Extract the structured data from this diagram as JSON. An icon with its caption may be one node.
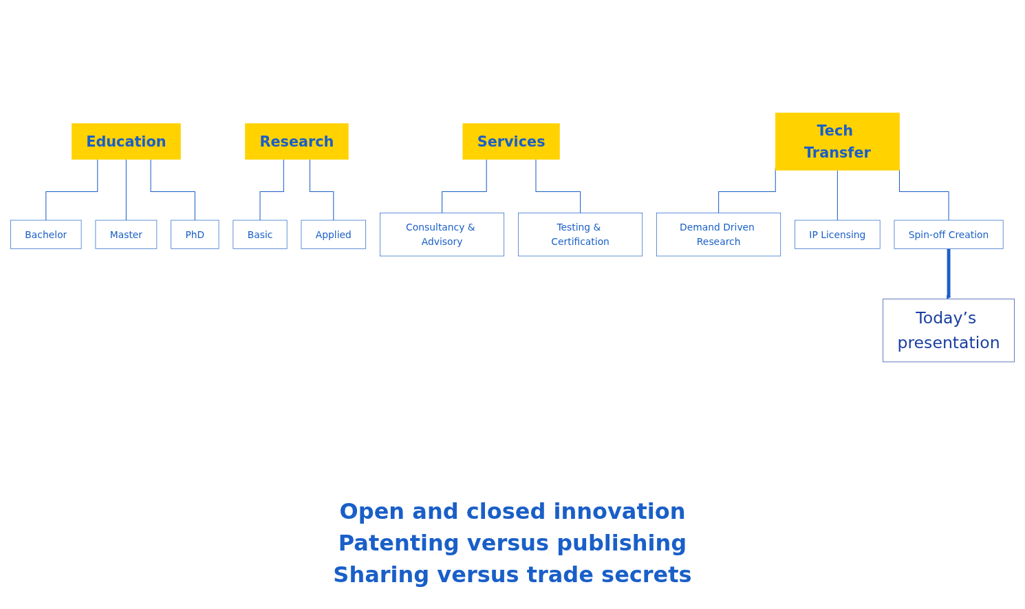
{
  "diagram": {
    "nodes": [
      {
        "text": [
          "Education"
        ]
      },
      {
        "text": [
          "Bachelor"
        ]
      },
      {
        "text": [
          "Master"
        ]
      },
      {
        "text": [
          "PhD"
        ]
      },
      {
        "text": [
          "Research"
        ]
      },
      {
        "text": [
          "Basic"
        ]
      },
      {
        "text": [
          "Applied"
        ]
      },
      {
        "text": [
          "Services"
        ]
      },
      {
        "text": [
          "Consultancy & Advisory"
        ]
      },
      {
        "text": [
          "Testing & Certification"
        ]
      },
      {
        "text": [
          "Tech Transfer"
        ]
      },
      {
        "text": [
          "Demand Driven Research"
        ]
      },
      {
        "text": [
          "IP Licensing"
        ]
      },
      {
        "text": [
          "Spin-off Creation"
        ]
      },
      {
        "text": [
          "Today’s presentation"
        ]
      }
    ],
    "edges": [
      {
        "from": 0,
        "to": 1,
        "arrow": "none"
      },
      {
        "from": 0,
        "to": 2,
        "arrow": "none"
      },
      {
        "from": 0,
        "to": 3,
        "arrow": "none"
      },
      {
        "from": 4,
        "to": 5,
        "arrow": "none"
      },
      {
        "from": 4,
        "to": 6,
        "arrow": "none"
      },
      {
        "from": 7,
        "to": 8,
        "arrow": "none"
      },
      {
        "from": 7,
        "to": 9,
        "arrow": "none"
      },
      {
        "from": 10,
        "to": 11,
        "arrow": "none"
      },
      {
        "from": 10,
        "to": 12,
        "arrow": "none"
      },
      {
        "from": 10,
        "to": 13,
        "arrow": "none"
      },
      {
        "from": 13,
        "to": 14,
        "arrow": "to",
        "style": "thick"
      }
    ],
    "labels": [
      "Open and closed innovation",
      "Patenting versus publishing",
      "Sharing versus trade secrets"
    ]
  }
}
